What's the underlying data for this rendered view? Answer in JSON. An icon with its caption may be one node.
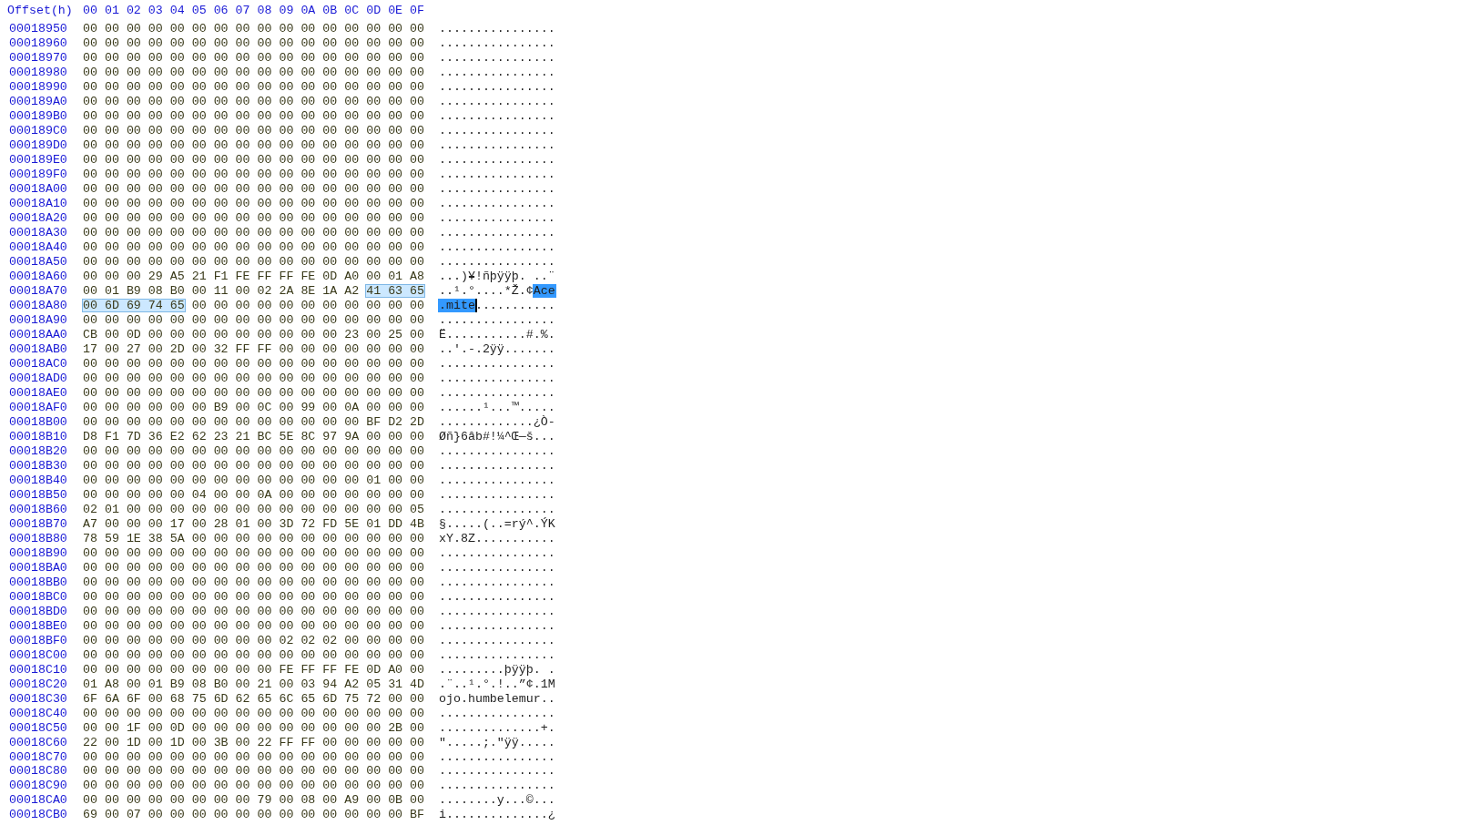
{
  "diagram": {
    "labels": [
      "Offset(h)",
      "00 01 02 03 04 05 06 07 08 09 0A 0B 0C 0D 0E 0F",
      "00018950",
      "00 00 00 00 00 00 00 00 00 00 00 00 00 00 00 00",
      "................",
      "00018960",
      "00 00 00 00 00 00 00 00 00 00 00 00 00 00 00 00",
      "................",
      "00018970",
      "00 00 00 00 00 00 00 00 00 00 00 00 00 00 00 00",
      "................",
      "00018980",
      "00 00 00 00 00 00 00 00 00 00 00 00 00 00 00 00",
      "................",
      "00018990",
      "00 00 00 00 00 00 00 00 00 00 00 00 00 00 00 00",
      "................",
      "000189A0",
      "00 00 00 00 00 00 00 00 00 00 00 00 00 00 00 00",
      "................",
      "000189B0",
      "00 00 00 00 00 00 00 00 00 00 00 00 00 00 00 00",
      "................",
      "000189C0",
      "00 00 00 00 00 00 00 00 00 00 00 00 00 00 00 00",
      "................",
      "000189D0",
      "00 00 00 00 00 00 00 00 00 00 00 00 00 00 00 00",
      "................",
      "000189E0",
      "00 00 00 00 00 00 00 00 00 00 00 00 00 00 00 00",
      "................",
      "000189F0",
      "00 00 00 00 00 00 00 00 00 00 00 00 00 00 00 00",
      "................",
      "00018A00",
      "00 00 00 00 00 00 00 00 00 00 00 00 00 00 00 00",
      "................",
      "00018A10",
      "00 00 00 00 00 00 00 00 00 00 00 00 00 00 00 00",
      "................",
      "00018A20",
      "00 00 00 00 00 00 00 00 00 00 00 00 00 00 00 00",
      "................",
      "00018A30",
      "00 00 00 00 00 00 00 00 00 00 00 00 00 00 00 00",
      "................",
      "00018A40",
      "00 00 00 00 00 00 00 00 00 00 00 00 00 00 00 00",
      "................",
      "00018A50",
      "00 00 00 00 00 00 00 00 00 00 00 00 00 00 00 00",
      "................",
      "00018A60",
      "00 00 00 29 A5 21 F1 FE FF FF FE 0D A0 00 01 A8",
      "...)¥!ñþÿÿþ. ..¨",
      "00018A70",
      "00 01 B9 08 B0 00 11 00 02 2A 8E 1A A2 41 63 65",
      "..¹.°....*Ž.¢Ace",
      "00018A80",
      "00 6D 69 74 65 00 00 00 00 00 00 00 00 00 00 00",
      ".mite...........",
      "00018A90",
      "00 00 00 00 00 00 00 00 00 00 00 00 00 00 00 00",
      "................",
      "00018AA0",
      "CB 00 0D 00 00 00 00 00 00 00 00 00 23 00 25 00",
      "Ë...........#.%.",
      "00018AB0",
      "17 00 27 00 2D 00 32 FF FF 00 00 00 00 00 00 00",
      "..'.-.2ÿÿ.......",
      "00018AC0",
      "00 00 00 00 00 00 00 00 00 00 00 00 00 00 00 00",
      "................",
      "00018AD0",
      "00 00 00 00 00 00 00 00 00 00 00 00 00 00 00 00",
      "................",
      "00018AE0",
      "00 00 00 00 00 00 00 00 00 00 00 00 00 00 00 00",
      "................",
      "00018AF0",
      "00 00 00 00 00 00 B9 00 0C 00 99 00 0A 00 00 00",
      "......¹...™.....",
      "00018B00",
      "00 00 00 00 00 00 00 00 00 00 00 00 00 BF D2 2D",
      ".............¿Ò-",
      "00018B10",
      "D8 F1 7D 36 E2 62 23 21 BC 5E 8C 97 9A 00 00 00",
      "Øñ}6âb#!¼^Œ—š...",
      "00018B20",
      "00 00 00 00 00 00 00 00 00 00 00 00 00 00 00 00",
      "................",
      "00018B30",
      "00 00 00 00 00 00 00 00 00 00 00 00 00 00 00 00",
      "................",
      "00018B40",
      "00 00 00 00 00 00 00 00 00 00 00 00 00 01 00 00",
      "................",
      "00018B50",
      "00 00 00 00 00 04 00 00 0A 00 00 00 00 00 00 00",
      "................",
      "00018B60",
      "02 01 00 00 00 00 00 00 00 00 00 00 00 00 00 05",
      "................",
      "00018B70",
      "A7 00 00 00 17 00 28 01 00 3D 72 FD 5E 01 DD 4B",
      "§.....(..=rý^.ÝK",
      "00018B80",
      "78 59 1E 38 5A 00 00 00 00 00 00 00 00 00 00 00",
      "xY.8Z...........",
      "00018B90",
      "00 00 00 00 00 00 00 00 00 00 00 00 00 00 00 00",
      "................",
      "00018BA0",
      "00 00 00 00 00 00 00 00 00 00 00 00 00 00 00 00",
      "................",
      "00018BB0",
      "00 00 00 00 00 00 00 00 00 00 00 00 00 00 00 00",
      "................",
      "00018BC0",
      "00 00 00 00 00 00 00 00 00 00 00 00 00 00 00 00",
      "................",
      "00018BD0",
      "00 00 00 00 00 00 00 00 00 00 00 00 00 00 00 00",
      "................",
      "00018BE0",
      "00 00 00 00 00 00 00 00 00 00 00 00 00 00 00 00",
      "................",
      "00018BF0",
      "00 00 00 00 00 00 00 00 00 02 02 02 00 00 00 00",
      "................",
      "00018C00",
      "00 00 00 00 00 00 00 00 00 00 00 00 00 00 00 00",
      "................",
      "00018C10",
      "00 00 00 00 00 00 00 00 00 FE FF FF FE 0D A0 00",
      ".........þÿÿþ. .",
      "00018C20",
      "01 A8 00 01 B9 08 B0 00 21 00 03 94 A2 05 31 4D",
      ".¨..¹.°.!..”¢.1M",
      "00018C30",
      "6F 6A 6F 00 68 75 6D 62 65 6C 65 6D 75 72 00 00",
      "ojo.humbelemur..",
      "00018C40",
      "00 00 00 00 00 00 00 00 00 00 00 00 00 00 00 00",
      "................",
      "00018C50",
      "00 00 1F 00 0D 00 00 00 00 00 00 00 00 00 2B 00",
      "..............+.",
      "00018C60",
      "22 00 1D 00 1D 00 3B 00 22 FF FF 00 00 00 00 00",
      "\".....;.\"ÿÿ.....",
      "00018C70",
      "00 00 00 00 00 00 00 00 00 00 00 00 00 00 00 00",
      "................",
      "00018C80",
      "00 00 00 00 00 00 00 00 00 00 00 00 00 00 00 00",
      "................",
      "00018C90",
      "00 00 00 00 00 00 00 00 00 00 00 00 00 00 00 00",
      "................",
      "00018CA0",
      "00 00 00 00 00 00 00 00 79 00 08 00 A9 00 0B 00",
      "........y...©...",
      "00018CB0",
      "69 00 07 00 00 00 00 00 00 00 00 00 00 00 00 BF",
      "i..............¿"
    ]
  }
}
